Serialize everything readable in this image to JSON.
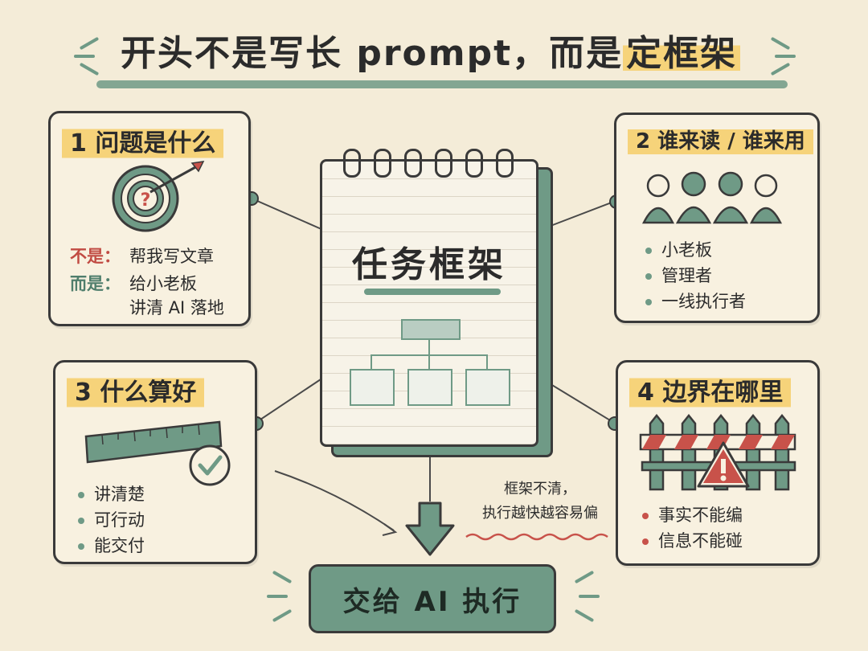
{
  "title": {
    "main": "开头不是写长 prompt，而是",
    "highlight": "定框架"
  },
  "center": {
    "notebook_title": "任务框架",
    "note": [
      "框架不清，",
      "执行越快越容易偏"
    ],
    "final_button": "交给 AI 执行"
  },
  "cards": {
    "card1": {
      "heading": "1 问题是什么",
      "not_label": "不是：",
      "not_text": "帮我写文章",
      "is_label": "而是：",
      "is_text_line1": "给小老板",
      "is_text_line2": "讲清 AI 落地"
    },
    "card2": {
      "heading": "2 谁来读 / 谁来用",
      "items": [
        "小老板",
        "管理者",
        "一线执行者"
      ]
    },
    "card3": {
      "heading": "3 什么算好",
      "items": [
        "讲清楚",
        "可行动",
        "能交付"
      ]
    },
    "card4": {
      "heading": "4 边界在哪里",
      "items": [
        "事实不能编",
        "信息不能碰"
      ]
    }
  },
  "colors": {
    "accent_green": "#6f9a86",
    "accent_red": "#c8524a",
    "highlight_yellow": "#f6d37a",
    "background": "#f4ecd8"
  },
  "icons": [
    "target-icon",
    "people-icon",
    "ruler-icon",
    "checkmark-icon",
    "fence-icon",
    "warning-icon",
    "down-arrow-icon"
  ]
}
